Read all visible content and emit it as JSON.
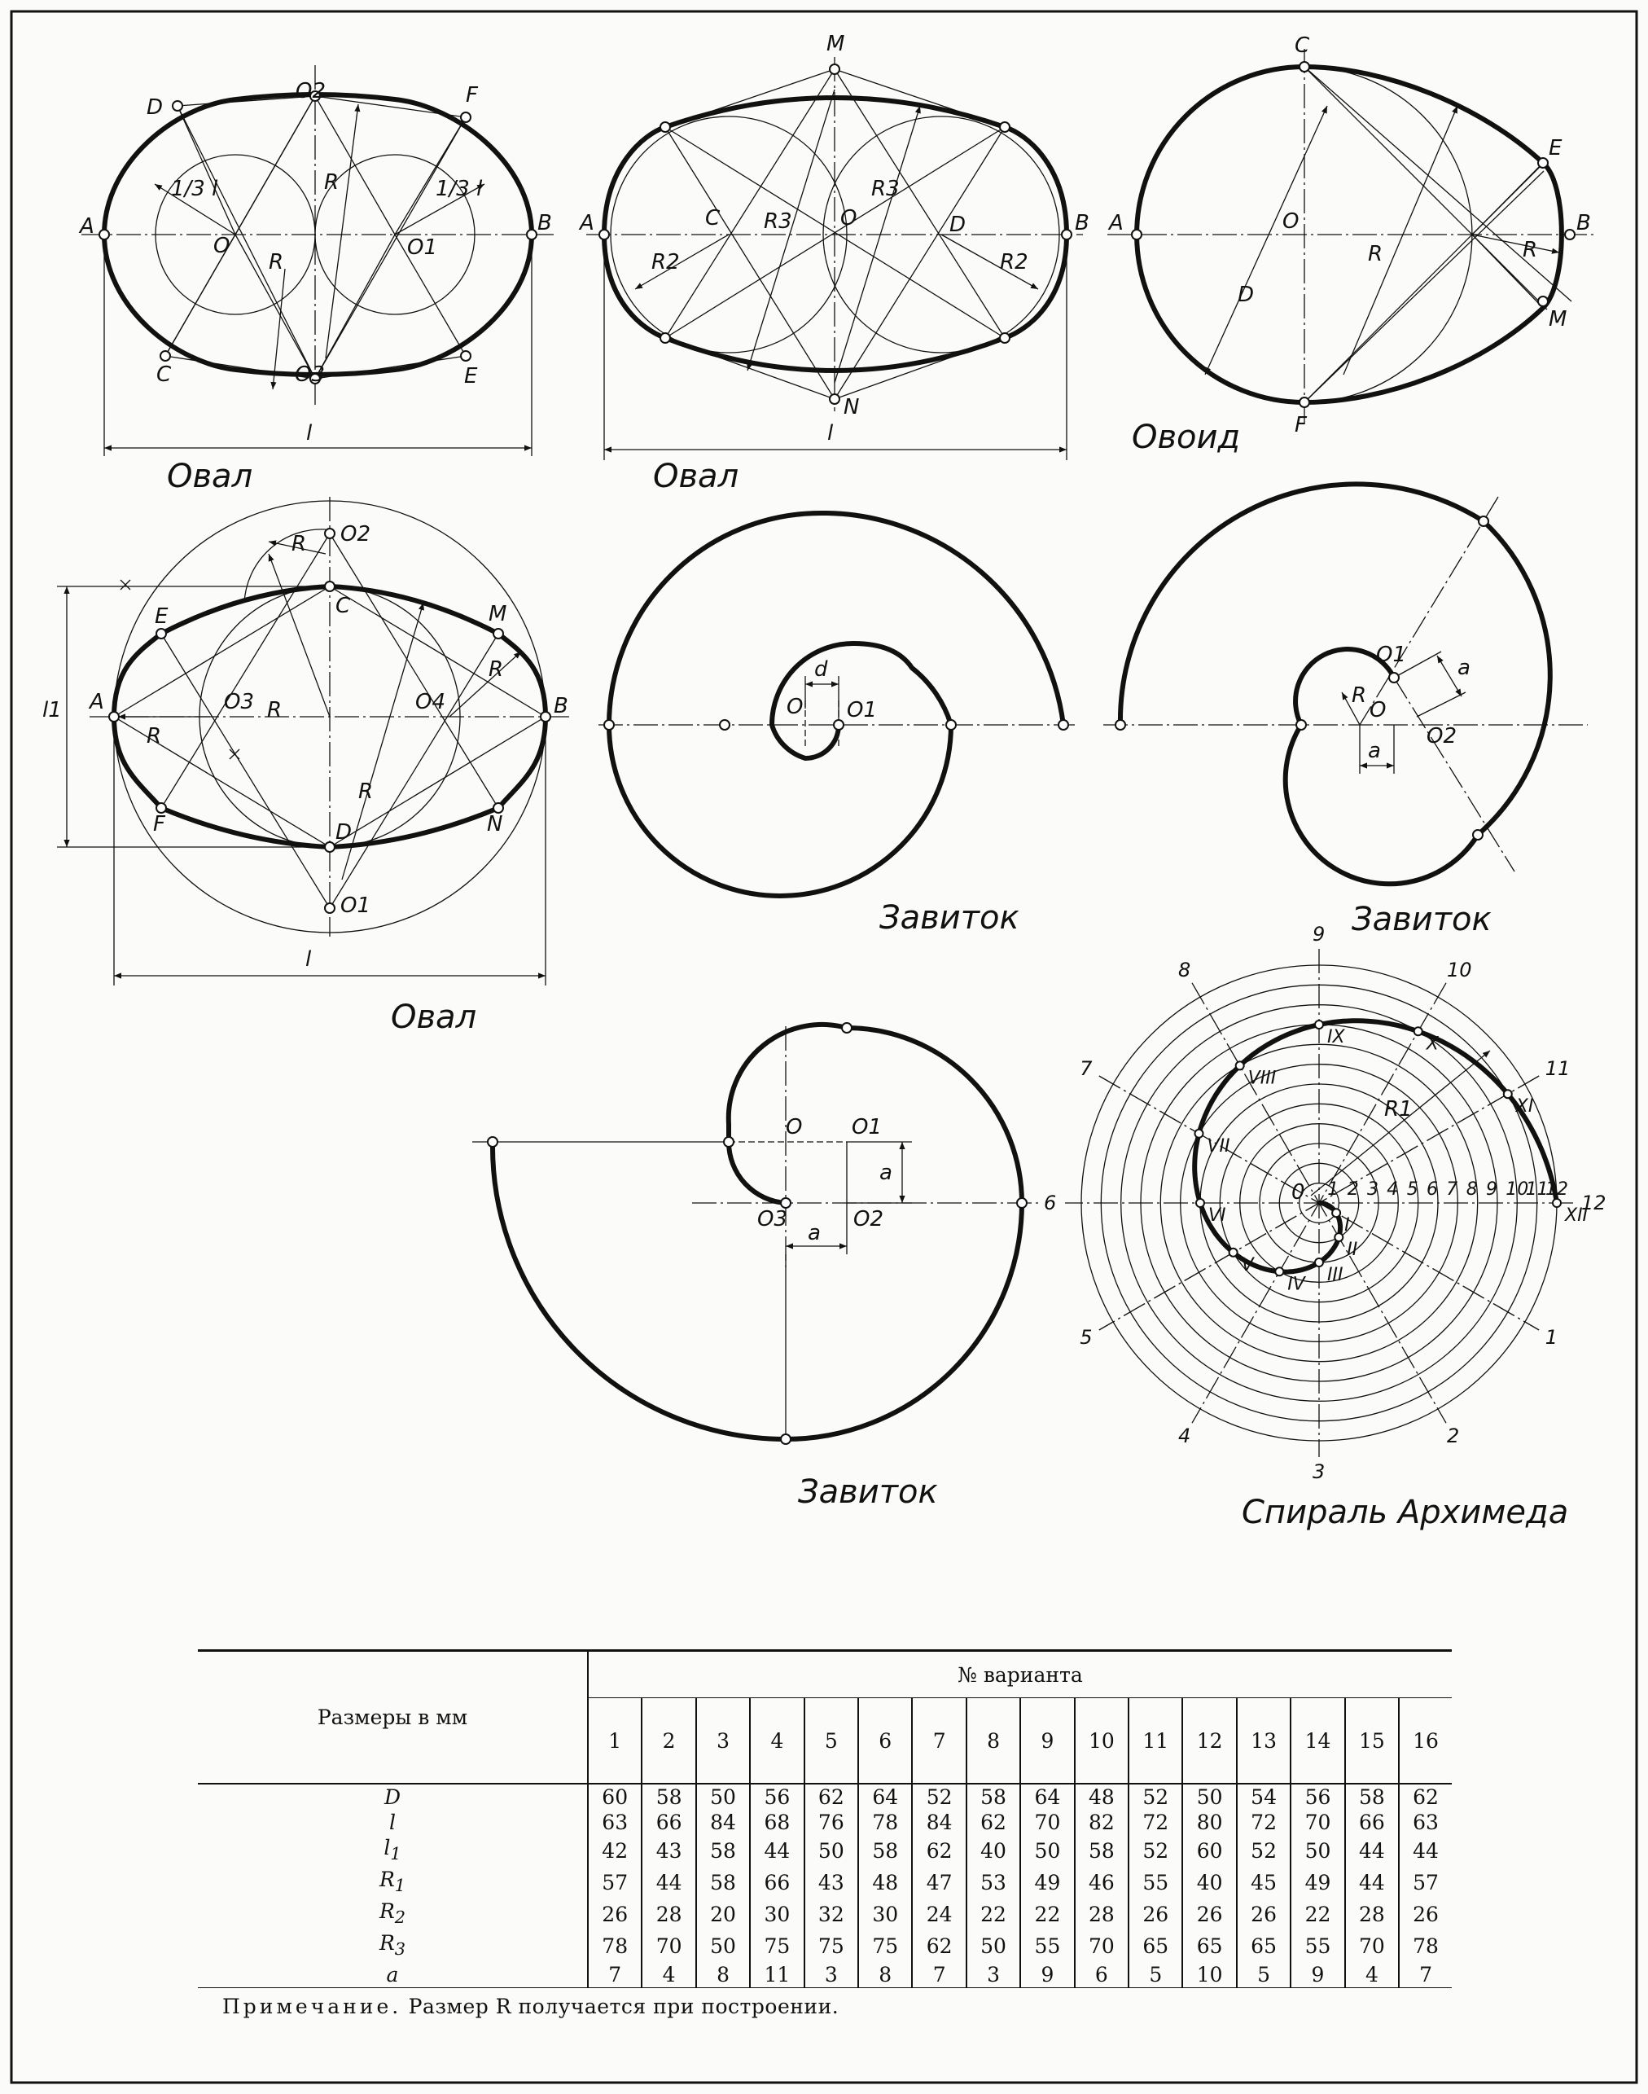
{
  "figures": {
    "oval1": {
      "caption": "Овал",
      "points": [
        "A",
        "B",
        "C",
        "D",
        "E",
        "F",
        "O",
        "O1",
        "O2",
        "O3"
      ],
      "dims": [
        "1/3 l",
        "1/3 l",
        "R",
        "R",
        "l"
      ]
    },
    "oval2": {
      "caption": "Овал",
      "points": [
        "A",
        "B",
        "C",
        "D",
        "O",
        "M",
        "N"
      ],
      "dims": [
        "R2",
        "R2",
        "R3",
        "R3",
        "l"
      ]
    },
    "ovoid": {
      "caption": "Овоид",
      "points": [
        "A",
        "B",
        "C",
        "E",
        "F",
        "M",
        "O"
      ],
      "dims": [
        "D",
        "R",
        "R"
      ]
    },
    "oval3": {
      "caption": "Овал",
      "points": [
        "A",
        "B",
        "C",
        "D",
        "E",
        "F",
        "M",
        "N",
        "O1",
        "O2",
        "O3",
        "O4"
      ],
      "dims": [
        "R",
        "R",
        "R",
        "R",
        "R",
        "l1",
        "l"
      ]
    },
    "curl1": {
      "caption": "Завиток",
      "points": [
        "O",
        "O1"
      ],
      "dims": [
        "d"
      ]
    },
    "curl2": {
      "caption": "Завиток",
      "points": [
        "O",
        "O1",
        "O2"
      ],
      "dims": [
        "R",
        "a",
        "a"
      ]
    },
    "curl3": {
      "caption": "Завиток",
      "points": [
        "O",
        "O1",
        "O2",
        "O3"
      ],
      "dims": [
        "a",
        "a"
      ]
    },
    "spiral": {
      "caption": "Спираль Архимеда",
      "center": "0",
      "rays": [
        "1",
        "2",
        "3",
        "4",
        "5",
        "6",
        "7",
        "8",
        "9",
        "10",
        "11",
        "12"
      ],
      "scale": [
        "1",
        "2",
        "3",
        "4",
        "5",
        "6",
        "7",
        "8",
        "9",
        "10",
        "11",
        "12"
      ],
      "roman": [
        "I",
        "II",
        "III",
        "IV",
        "V",
        "VI",
        "VII",
        "VIII",
        "IX",
        "X",
        "XI",
        "XII"
      ],
      "dims": [
        "R1"
      ]
    }
  },
  "table": {
    "sizes_header": "Размеры в мм",
    "variant_header": "№ варианта",
    "variants": [
      "1",
      "2",
      "3",
      "4",
      "5",
      "6",
      "7",
      "8",
      "9",
      "10",
      "11",
      "12",
      "13",
      "14",
      "15",
      "16"
    ],
    "rows": [
      {
        "label": "D",
        "values": [
          60,
          58,
          50,
          56,
          62,
          64,
          52,
          58,
          64,
          48,
          52,
          50,
          54,
          56,
          58,
          62
        ]
      },
      {
        "label": "l",
        "values": [
          63,
          66,
          84,
          68,
          76,
          78,
          84,
          62,
          70,
          82,
          72,
          80,
          72,
          70,
          66,
          63
        ]
      },
      {
        "label": "l1",
        "values": [
          42,
          43,
          58,
          44,
          50,
          58,
          62,
          40,
          50,
          58,
          52,
          60,
          52,
          50,
          44,
          44
        ]
      },
      {
        "label": "R1",
        "values": [
          57,
          44,
          58,
          66,
          43,
          48,
          47,
          53,
          49,
          46,
          55,
          40,
          45,
          49,
          44,
          57
        ]
      },
      {
        "label": "R2",
        "values": [
          26,
          28,
          20,
          30,
          32,
          30,
          24,
          22,
          22,
          28,
          26,
          26,
          26,
          22,
          28,
          26
        ]
      },
      {
        "label": "R3",
        "values": [
          78,
          70,
          50,
          75,
          75,
          75,
          62,
          50,
          55,
          70,
          65,
          65,
          65,
          55,
          70,
          78
        ]
      },
      {
        "label": "a",
        "values": [
          7,
          4,
          8,
          11,
          3,
          8,
          7,
          3,
          9,
          6,
          5,
          10,
          5,
          9,
          4,
          7
        ]
      }
    ],
    "note_label": "Примечание.",
    "note_text": "Размер R получается при построении."
  }
}
